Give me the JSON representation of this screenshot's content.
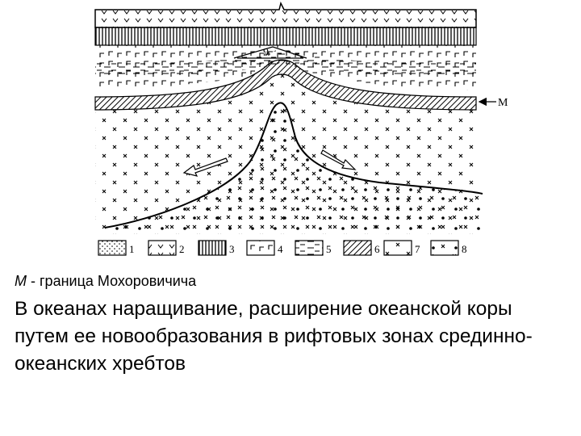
{
  "figure": {
    "moho_marker": "M",
    "label_9": "9",
    "legend": [
      "1",
      "2",
      "3",
      "4",
      "5",
      "6",
      "7",
      "8"
    ]
  },
  "caption": {
    "symbol": "M",
    "text": " - граница Мохоровичича"
  },
  "description": "В океанах наращивание, расширение океанской коры путем ее новообразования в рифтовых зонах срединно-океанских хребтов"
}
